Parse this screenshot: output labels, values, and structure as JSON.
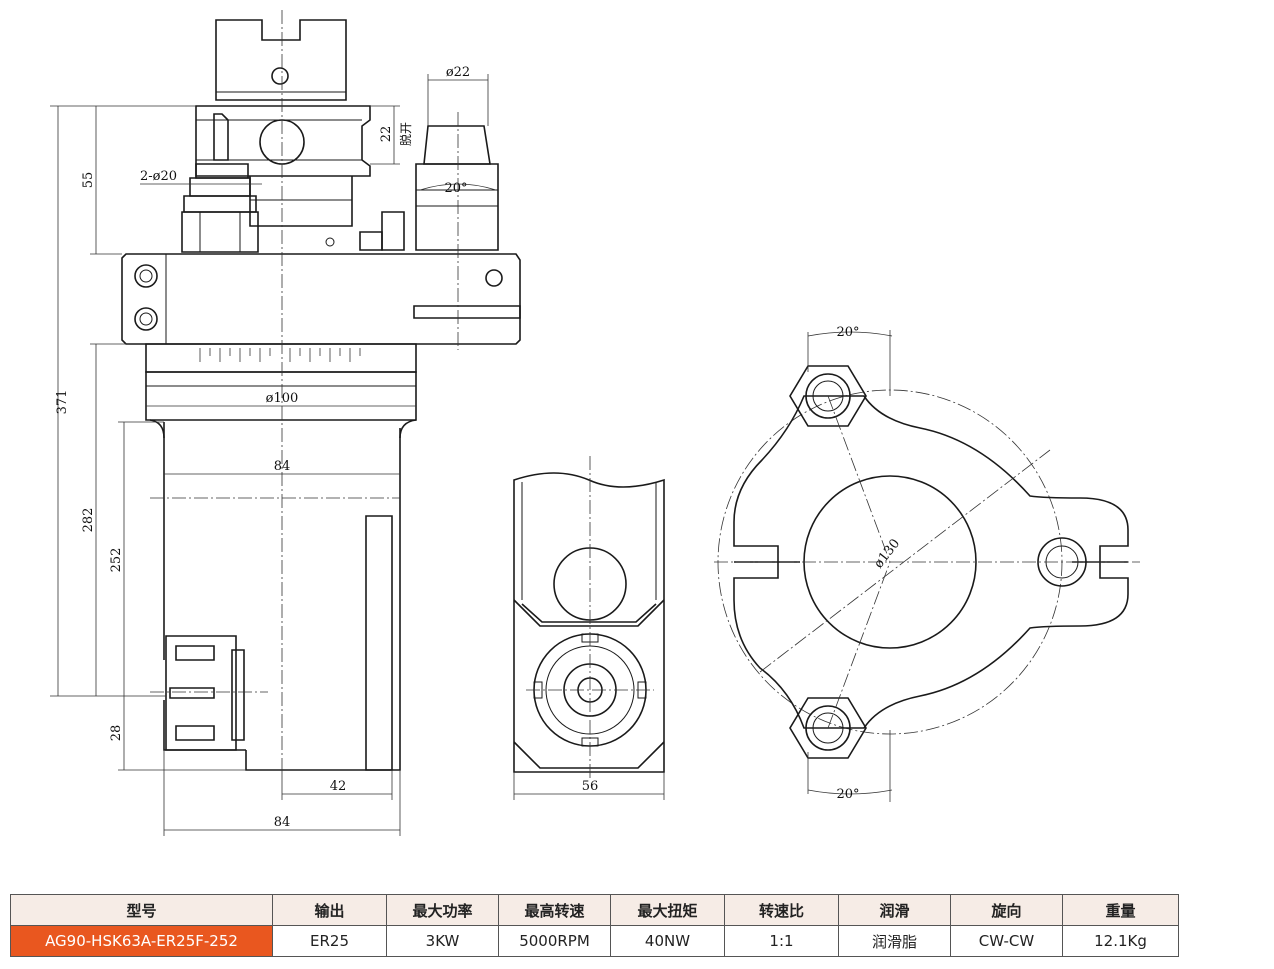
{
  "drawing": {
    "dims": {
      "d22": "ø22",
      "h22": "22",
      "stroke_label": "脱开",
      "h55": "55",
      "holes": "2-ø20",
      "ang20_top": "20°",
      "h371": "371",
      "d100": "ø100",
      "w84_top": "84",
      "h282": "282",
      "h252": "252",
      "h28": "28",
      "w42": "42",
      "w84_bottom": "84",
      "w56": "56",
      "ang20_right_top": "20°",
      "d130": "ø130",
      "ang20_right_bottom": "20°"
    }
  },
  "spec_table": {
    "headers": [
      "型号",
      "输出",
      "最大功率",
      "最高转速",
      "最大扭矩",
      "转速比",
      "润滑",
      "旋向",
      "重量"
    ],
    "row": [
      "AG90-HSK63A-ER25F-252",
      "ER25",
      "3KW",
      "5000RPM",
      "40NW",
      "1:1",
      "润滑脂",
      "CW-CW",
      "12.1Kg"
    ],
    "accent_color": "#e9571f"
  }
}
